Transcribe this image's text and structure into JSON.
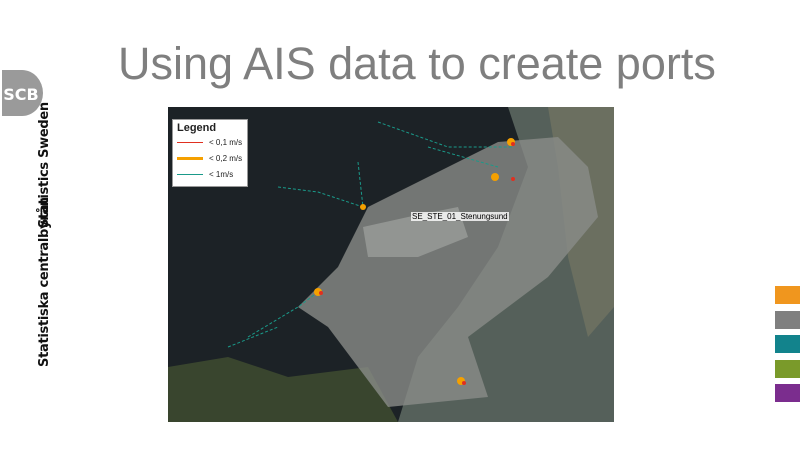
{
  "slide": {
    "title": "Using AIS data to create ports"
  },
  "branding": {
    "logo_text": "SCB",
    "name_en": "Statistics Sweden",
    "name_sv": "Statistiska centralbyrån"
  },
  "map": {
    "legend": {
      "title": "Legend",
      "items": [
        {
          "label": "< 0,1 m/s",
          "color": "#e03020"
        },
        {
          "label": "< 0,2 m/s",
          "color": "#f5a000"
        },
        {
          "label": "< 1m/s",
          "color": "#1a9a8a"
        }
      ]
    },
    "port_label": "SE_STE_01_Stenungsund"
  },
  "accent_colors": [
    "#f0961e",
    "#7f7f7f",
    "#12838c",
    "#7a9a2a",
    "#7b2d8e"
  ]
}
